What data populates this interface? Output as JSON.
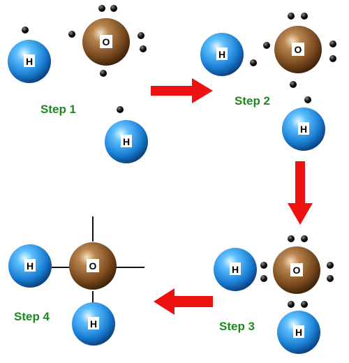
{
  "colors": {
    "hydrogen": "#1f8fe0",
    "oxygen": "#8a5a2b",
    "electron": "#111111",
    "arrow": "#ee1111",
    "step_text": "#1e8a1e",
    "label_box": "#ffffff"
  },
  "atoms": {
    "hydrogen_symbol": "H",
    "oxygen_symbol": "O"
  },
  "steps": [
    {
      "label": "Step 1"
    },
    {
      "label": "Step 2"
    },
    {
      "label": "Step 3"
    },
    {
      "label": "Step 4"
    }
  ]
}
